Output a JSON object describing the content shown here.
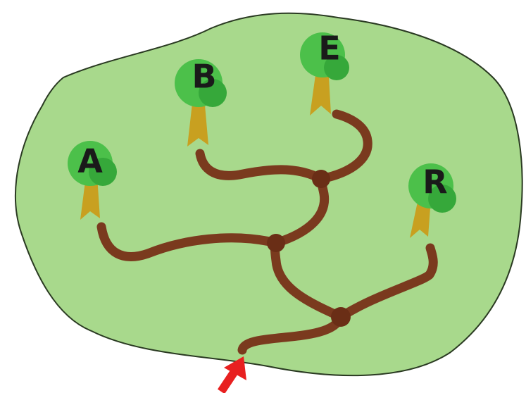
{
  "diagram": {
    "colors": {
      "ground": "#a8d98c",
      "ground_outline": "#2a3a22",
      "path": "#7a3a1e",
      "junction": "#6a2e16",
      "foliage": "#4cc04a",
      "foliage_dark": "#36a83a",
      "trunk": "#c8a020",
      "entrance_arrow": "#e82020"
    },
    "trees": [
      {
        "label": "A"
      },
      {
        "label": "B"
      },
      {
        "label": "E"
      },
      {
        "label": "R"
      }
    ],
    "entrance_arrow": {
      "icon": "arrow-up-right-icon"
    },
    "junctions": 3
  }
}
